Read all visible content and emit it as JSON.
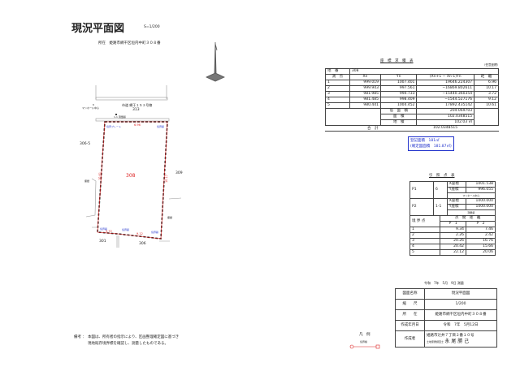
{
  "title": "現況平面図",
  "scale": "S=1/200",
  "location": "所在　姫路市網干区垣内中町３０８番",
  "plot": {
    "lot": "308",
    "neighbors": {
      "north": "313",
      "west": "306-5",
      "east": "309",
      "south": "306",
      "southwest": "301"
    },
    "road": "市道 網干１５３号線",
    "ref_label": "1-1 測量鋲",
    "manhole_label": "マンホール中心",
    "manhole_no": "6",
    "marker_plate": "境界プレート",
    "marker_pin": "境界鋲",
    "wall_label": "擁壁",
    "edges": [
      "6.96",
      "10.17",
      "9.12",
      "3.72",
      "10.61"
    ]
  },
  "area_table": {
    "title": "座　標　求　積　表",
    "note": "（任意座標）",
    "lot_label": "地　番",
    "lot": "308",
    "headers": [
      "測　点",
      "Xn",
      "Yn",
      "(Xn+1 − Xn-1)Yn",
      "距　離"
    ],
    "rows": [
      [
        "1",
        "999.019",
        "1007.401",
        "19646.224307",
        "6.96"
      ],
      [
        "2",
        "999.943",
        "997.561",
        "−16869.802611",
        "10.17"
      ],
      [
        "3",
        "981.985",
        "994.733",
        "−15440.360354",
        "3.72"
      ],
      [
        "4",
        "981.485",
        "998.409",
        "−1544.527176",
        "9.12"
      ],
      [
        "5",
        "980.441",
        "1004.452",
        "17892.435142",
        "10.61"
      ]
    ],
    "double_area_label": "倍　面　積",
    "double_area": "204.069703",
    "area_label": "面　積",
    "area": "102.0348515",
    "chiseki_label": "地　積",
    "chiseki": "102.03",
    "unit": "㎡",
    "total_label": "合　計",
    "total": "102.0348515"
  },
  "registry": {
    "line1": "登記面積　181㎡",
    "line2": "(確定図面積　181.87㎡)"
  },
  "ref_table": {
    "title": "引　照　点　表",
    "points": [
      {
        "id": "P1",
        "name": "6",
        "x_label": "X座標",
        "x": "1001.538",
        "y_label": "Y座標",
        "y": "996.055",
        "desc": "マンホール中心"
      },
      {
        "id": "P2",
        "name": "1-1",
        "x_label": "X座標",
        "x": "1000.000",
        "y_label": "Y座標",
        "y": "1000.000",
        "desc": "測量鋲"
      }
    ],
    "head1": "境 界 点",
    "head2": "点　間　距　離",
    "cols": [
      "P　1",
      "P　2"
    ],
    "rows": [
      [
        "1",
        "9.34",
        "7.46"
      ],
      [
        "2",
        "2.26",
        "2.42"
      ],
      [
        "3",
        "20.26",
        "16.76"
      ],
      [
        "4",
        "20.42",
        "15.66"
      ],
      [
        "5",
        "22.12",
        "20.06"
      ]
    ]
  },
  "survey_date": "令和　7年　5月　9日 測量",
  "title_block": [
    [
      "図面名称",
      "現況平面図"
    ],
    [
      "縮　　尺",
      "1/200"
    ],
    [
      "所　　在",
      "姫路市網干区垣内中町３０８番"
    ],
    [
      "作成年月日",
      "令和　7年　5月12日"
    ]
  ],
  "author_label": "作成者",
  "author_addr": "姫路市辻井７丁目２番１０号",
  "author_org": "土地家屋調査士",
  "author_name": "永 尾 勝 己",
  "legend": {
    "title": "凡　例",
    "item": "境界線"
  },
  "remarks": {
    "label": "備考 ：",
    "line1": "本図は、所有者の指示により、区画整理確定図に基づき",
    "line2": "現地既存境界標を確認し、測量したものである。"
  }
}
